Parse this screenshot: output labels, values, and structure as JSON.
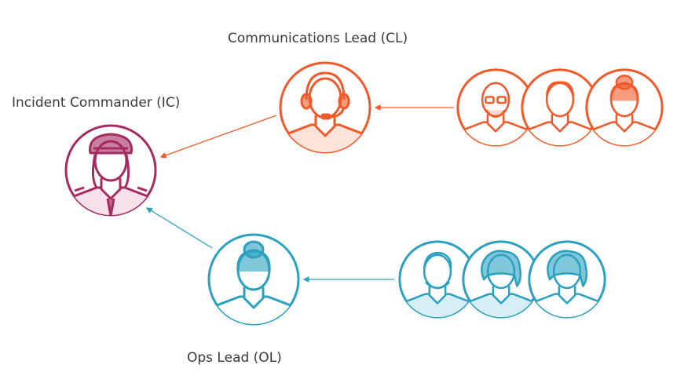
{
  "roles": {
    "commander": {
      "label": "Incident Commander (IC)",
      "color": "#a52a5d",
      "fill": "#f7e1ea"
    },
    "communications": {
      "label": "Communications Lead (CL)",
      "color": "#f05a2a",
      "fill": "#fde3da"
    },
    "operations": {
      "label": "Ops Lead (OL)",
      "color": "#2aa1c0",
      "fill": "#d6eef5"
    }
  }
}
